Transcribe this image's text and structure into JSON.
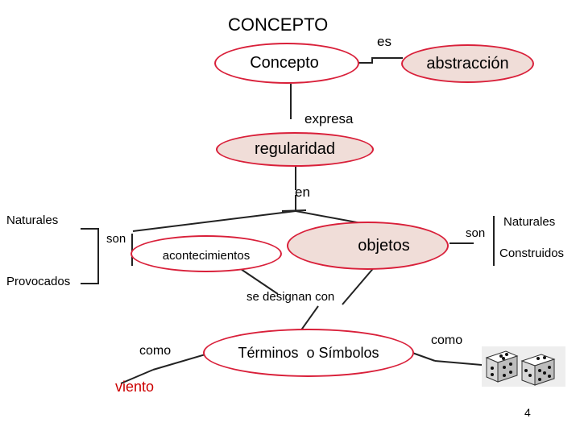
{
  "title": "CONCEPTO",
  "nodes": {
    "concepto": "Concepto",
    "abstraccion": "abstracción",
    "regularidad": "regularidad",
    "acontecimientos": "acontecimientos",
    "objetos": "objetos",
    "terminos": "Términos  o Símbolos"
  },
  "links": {
    "es": "es",
    "expresa": "expresa",
    "en": "en",
    "son_left": "son",
    "son_right": "son",
    "se_designan_con": "se designan con",
    "como_left": "como",
    "como_right": "como"
  },
  "labels": {
    "naturales_left": "Naturales",
    "provocados": "Provocados",
    "naturales_right": "Naturales",
    "construidos": "Construidos",
    "viento": "viento"
  },
  "page_number": "4",
  "colors": {
    "accent": "#d9203a",
    "oval_fill": "#f0ddd8",
    "viento": "#cc0000"
  }
}
